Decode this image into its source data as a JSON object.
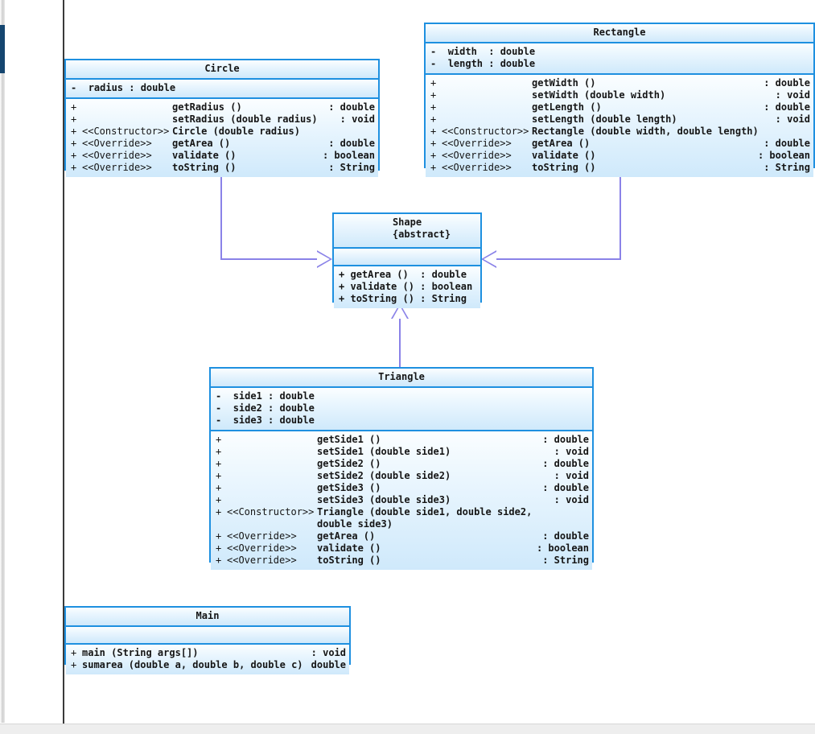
{
  "diagram": {
    "title": "UML Class Diagram",
    "type": "uml-class-diagram",
    "colors": {
      "class_border": "#1e90e0",
      "class_fill_top": "#fbfeff",
      "class_fill_bottom": "#cfe9fb",
      "connector": "#8a82e8",
      "margin_rule": "#3a3a3a",
      "scroll_thumb": "#14456f",
      "canvas": "#ffffff"
    }
  },
  "classes": {
    "circle": {
      "name": "Circle",
      "attributes": [
        {
          "vis": "-",
          "text": "radius : double"
        }
      ],
      "operations": [
        {
          "vis": "+",
          "stereotype": "",
          "signature": "getRadius ()",
          "ret": ": double"
        },
        {
          "vis": "+",
          "stereotype": "",
          "signature": "setRadius (double radius)",
          "ret": ": void"
        },
        {
          "vis": "+",
          "stereotype": "<<Constructor>>",
          "signature": "Circle (double radius)",
          "ret": ""
        },
        {
          "vis": "+",
          "stereotype": "<<Override>>",
          "signature": "getArea ()",
          "ret": ": double"
        },
        {
          "vis": "+",
          "stereotype": "<<Override>>",
          "signature": "validate ()",
          "ret": ": boolean"
        },
        {
          "vis": "+",
          "stereotype": "<<Override>>",
          "signature": "toString ()",
          "ret": ": String"
        }
      ]
    },
    "rectangle": {
      "name": "Rectangle",
      "attributes": [
        {
          "vis": "-",
          "text": "width  : double"
        },
        {
          "vis": "-",
          "text": "length : double"
        }
      ],
      "operations": [
        {
          "vis": "+",
          "stereotype": "",
          "signature": "getWidth ()",
          "ret": ": double"
        },
        {
          "vis": "+",
          "stereotype": "",
          "signature": "setWidth (double width)",
          "ret": ": void"
        },
        {
          "vis": "+",
          "stereotype": "",
          "signature": "getLength ()",
          "ret": ": double"
        },
        {
          "vis": "+",
          "stereotype": "",
          "signature": "setLength (double length)",
          "ret": ": void"
        },
        {
          "vis": "+",
          "stereotype": "<<Constructor>>",
          "signature": "Rectangle (double width, double length)",
          "ret": ""
        },
        {
          "vis": "+",
          "stereotype": "<<Override>>",
          "signature": "getArea ()",
          "ret": ": double"
        },
        {
          "vis": "+",
          "stereotype": "<<Override>>",
          "signature": "validate ()",
          "ret": ": boolean"
        },
        {
          "vis": "+",
          "stereotype": "<<Override>>",
          "signature": "toString ()",
          "ret": ": String"
        }
      ]
    },
    "shape": {
      "name": "Shape",
      "stereotype": "{abstract}",
      "attributes": [],
      "operations": [
        {
          "vis": "+",
          "text": "getArea ()  : double"
        },
        {
          "vis": "+",
          "text": "validate () : boolean"
        },
        {
          "vis": "+",
          "text": "toString () : String"
        }
      ]
    },
    "triangle": {
      "name": "Triangle",
      "attributes": [
        {
          "vis": "-",
          "text": "side1 : double"
        },
        {
          "vis": "-",
          "text": "side2 : double"
        },
        {
          "vis": "-",
          "text": "side3 : double"
        }
      ],
      "operations": [
        {
          "vis": "+",
          "stereotype": "",
          "signature": "getSide1 ()",
          "ret": ": double"
        },
        {
          "vis": "+",
          "stereotype": "",
          "signature": "setSide1 (double side1)",
          "ret": ": void"
        },
        {
          "vis": "+",
          "stereotype": "",
          "signature": "getSide2 ()",
          "ret": ": double"
        },
        {
          "vis": "+",
          "stereotype": "",
          "signature": "setSide2 (double side2)",
          "ret": ": void"
        },
        {
          "vis": "+",
          "stereotype": "",
          "signature": "getSide3 ()",
          "ret": ": double"
        },
        {
          "vis": "+",
          "stereotype": "",
          "signature": "setSide3 (double side3)",
          "ret": ": void"
        },
        {
          "vis": "+",
          "stereotype": "<<Constructor>>",
          "signature": "Triangle (double side1, double side2,",
          "signature2": "double side3)",
          "ret": ""
        },
        {
          "vis": "+",
          "stereotype": "<<Override>>",
          "signature": "getArea ()",
          "ret": ": double"
        },
        {
          "vis": "+",
          "stereotype": "<<Override>>",
          "signature": "validate ()",
          "ret": ": boolean"
        },
        {
          "vis": "+",
          "stereotype": "<<Override>>",
          "signature": "toString ()",
          "ret": ": String"
        }
      ]
    },
    "main": {
      "name": "Main",
      "attributes": [],
      "operations": [
        {
          "vis": "+",
          "text": "main (String args[])",
          "ret": ": void"
        },
        {
          "vis": "+",
          "text": "sumarea (double a, double b, double c)",
          "ret": "double"
        }
      ]
    }
  },
  "relationships": [
    {
      "kind": "generalization",
      "from": "Circle",
      "to": "Shape"
    },
    {
      "kind": "generalization",
      "from": "Rectangle",
      "to": "Shape"
    },
    {
      "kind": "generalization",
      "from": "Triangle",
      "to": "Shape"
    }
  ]
}
